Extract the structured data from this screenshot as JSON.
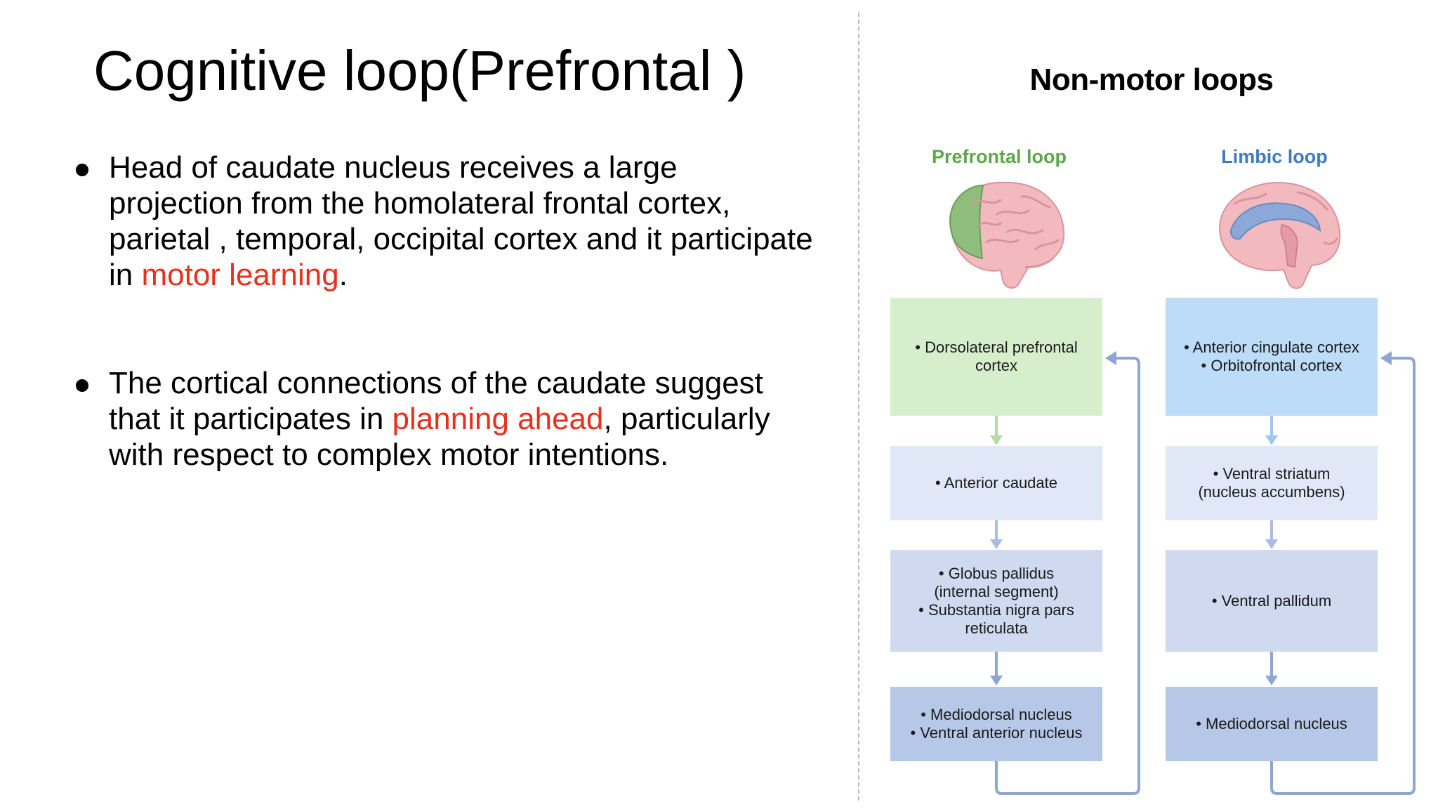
{
  "slide": {
    "title": "Cognitive loop(Prefrontal )",
    "bullets": [
      {
        "parts": [
          {
            "text": "Head of caudate nucleus receives a large projection from the homolateral frontal cortex, parietal , temporal, occipital cortex and it participate in ",
            "highlight": false
          },
          {
            "text": "motor learning",
            "highlight": true
          },
          {
            "text": ".",
            "highlight": false
          }
        ]
      },
      {
        "parts": [
          {
            "text": "The cortical connections of the caudate suggest that it participates in ",
            "highlight": false
          },
          {
            "text": "planning ahead",
            "highlight": true
          },
          {
            "text": ", particularly with respect to complex motor intentions.",
            "highlight": false
          }
        ]
      }
    ],
    "highlight_color": "#e8301c"
  },
  "diagram": {
    "title": "Non-motor loops",
    "prefrontal": {
      "title": "Prefrontal loop",
      "color": "#5fa84a",
      "boxes": [
        [
          "• Dorsolateral prefrontal",
          "cortex"
        ],
        [
          "• Anterior caudate"
        ],
        [
          "• Globus pallidus",
          "(internal segment)",
          "• Substantia nigra pars",
          "reticulata"
        ],
        [
          "• Mediodorsal nucleus",
          "• Ventral anterior nucleus"
        ]
      ]
    },
    "limbic": {
      "title": "Limbic loop",
      "color": "#3e7cc1",
      "boxes": [
        [
          "• Anterior cingulate cortex",
          "• Orbitofrontal cortex"
        ],
        [
          "• Ventral striatum",
          "(nucleus accumbens)"
        ],
        [
          "• Ventral pallidum"
        ],
        [
          "• Mediodorsal nucleus"
        ]
      ]
    },
    "brain_icons": [
      "brain-lateral-prefrontal-icon",
      "brain-sagittal-limbic-icon"
    ],
    "box_colors": [
      "#d6eecb",
      "#bcdcf8",
      "#e0e8f7",
      "#cfdaf0",
      "#b5c8e8"
    ],
    "arrow_color": "#a9bde0"
  }
}
